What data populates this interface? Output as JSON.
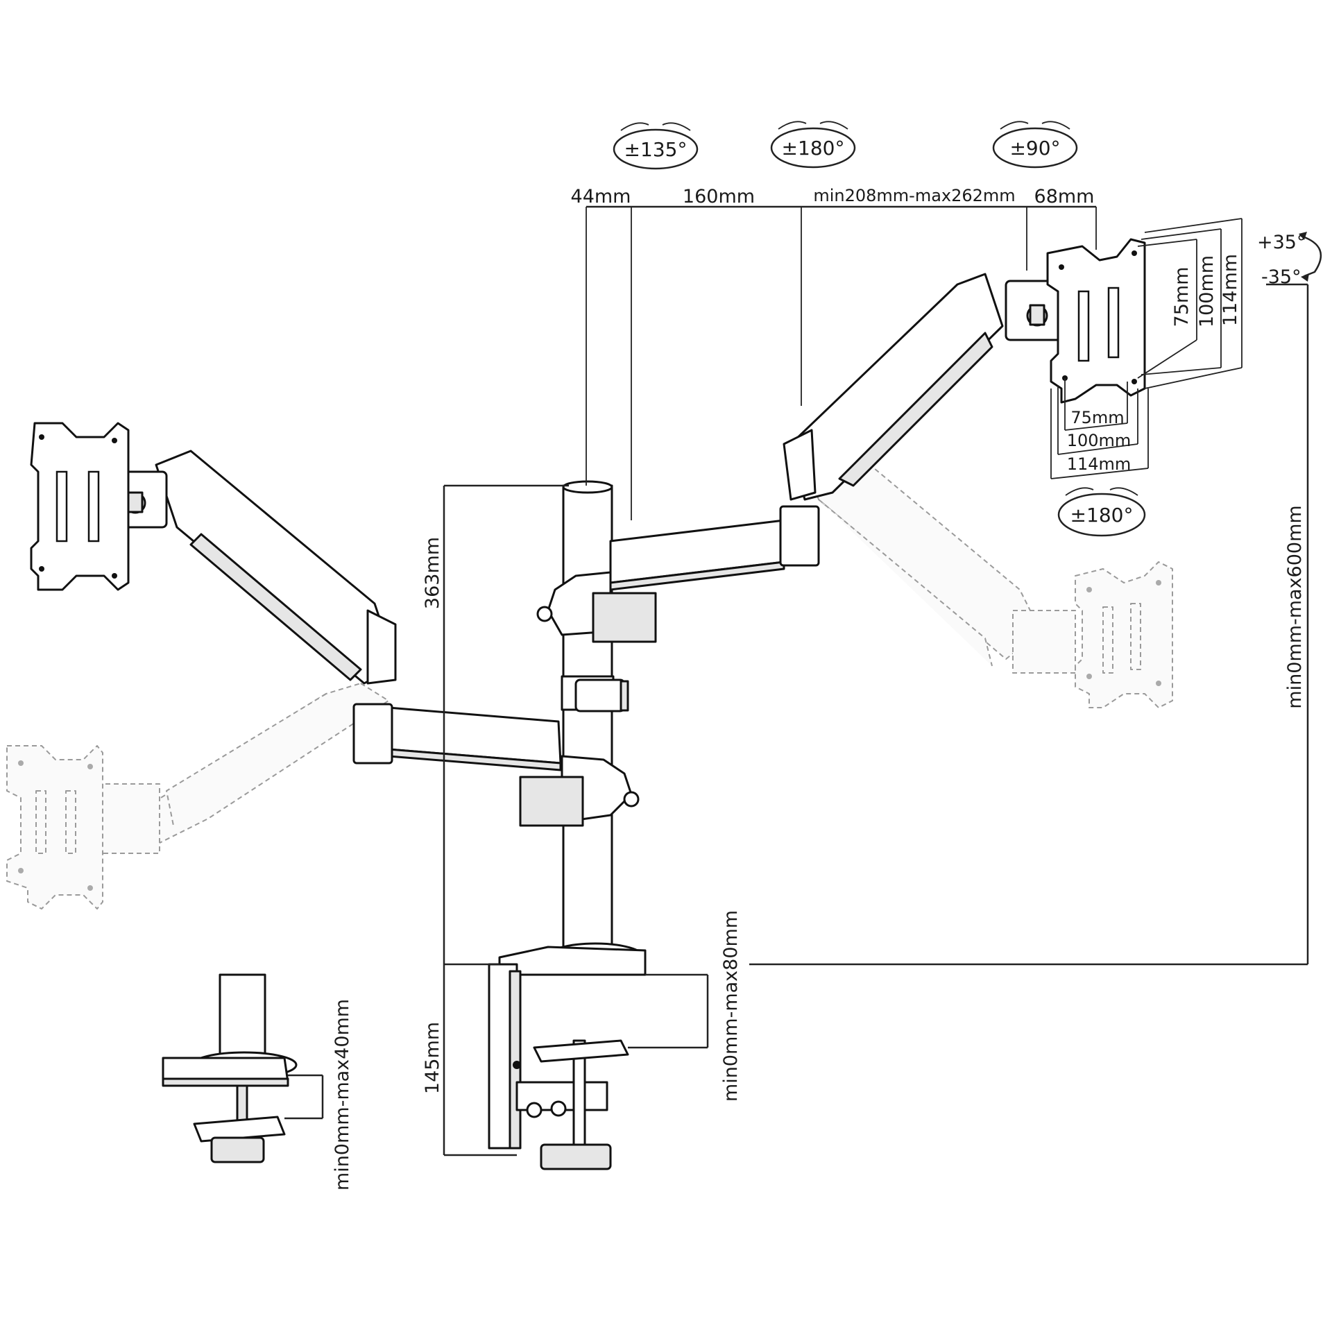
{
  "rotation_labels": {
    "arm_base": "±135°",
    "arm_elbow": "±180°",
    "head_swivel": "±90°",
    "head_rotate": "±180°"
  },
  "tilt_labels": {
    "up": "+35°",
    "down": "-35°"
  },
  "dimension_labels": {
    "pole_offset": "44mm",
    "inner_arm": "160mm",
    "outer_arm": "min208mm-max262mm",
    "head_depth": "68mm",
    "pole_height": "363mm",
    "clamp_height": "145mm",
    "height_range": "min0mm-max600mm",
    "clamp_desk_thickness": "min0mm-max80mm",
    "grommet_desk_thickness": "min0mm-max40mm"
  },
  "vesa_labels": {
    "v75": "75mm",
    "v100": "100mm",
    "v114": "114mm"
  }
}
